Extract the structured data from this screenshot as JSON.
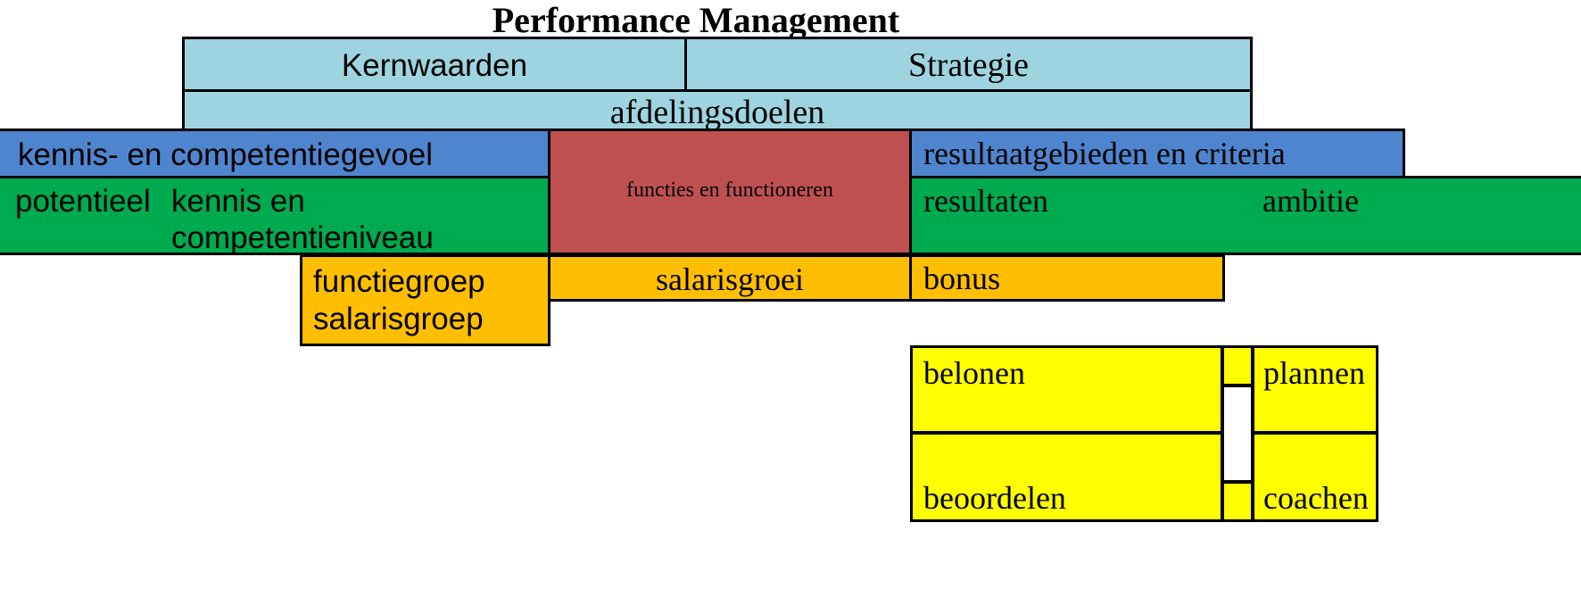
{
  "title": "Performance Management",
  "diagram": {
    "strategy_row": {
      "kernwaarden": "Kernwaarden",
      "strategie": "Strategie"
    },
    "goals_row": {
      "afdelingsdoelen": "afdelingsdoelen"
    },
    "competence_row": {
      "left_blue": "kennis- en competentiegevoel",
      "right_blue": "resultaatgebieden en criteria"
    },
    "level_row": {
      "potentieel": "potentieel",
      "kennis_en_competentieniveau_line1": "kennis en",
      "kennis_en_competentieniveau_line2": "competentieniveau",
      "resultaten": "resultaten",
      "ambitie": "ambitie"
    },
    "center_red": {
      "functies_en_functioneren": "functies en functioneren"
    },
    "salary_row": {
      "functiegroep": "functiegroep",
      "salarisgroep": "salarisgroep",
      "salarisgroei": "salarisgroei",
      "bonus": "bonus"
    },
    "cycle_table": {
      "belonen": "belonen",
      "plannen": "plannen",
      "beoordelen": "beoordelen",
      "coachen": "coachen"
    }
  },
  "colors": {
    "light_blue": "#9ed4e0",
    "blue": "#4f85ce",
    "green": "#00aa4f",
    "red": "#bf5050",
    "orange": "#ffbf00",
    "yellow": "#ffff00",
    "outline": "#000000"
  }
}
